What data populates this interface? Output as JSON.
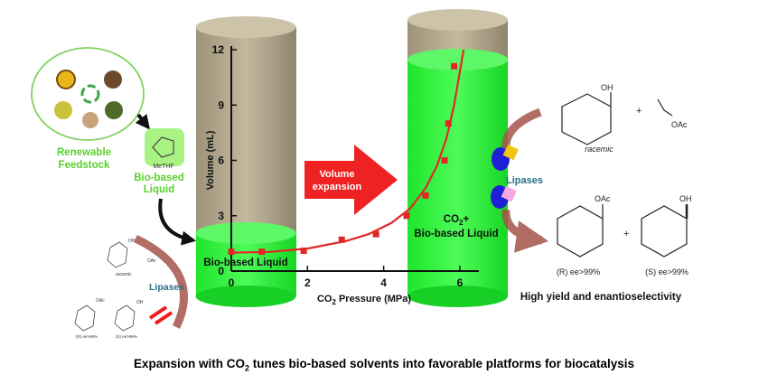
{
  "colors": {
    "green_text": "#5ad12a",
    "teal_text": "#2a6f86",
    "cylinder_green": "#2cf53a",
    "cylinder_tan": "#b3a88f",
    "curve_red": "#e32626",
    "arrow_red": "#ee2222"
  },
  "feedstock": {
    "label_line1": "Renewable",
    "label_line2": "Feedstock"
  },
  "methf": {
    "molecule_label": "MeTHF",
    "label_line1": "Bio-based",
    "label_line2": "Liquid"
  },
  "left_inset": {
    "oh": "OH",
    "oac_small": "OAc",
    "racemic": "racemic",
    "lipases": "Lipases",
    "product_oac": "OAc",
    "product_oh": "OH",
    "ee_r": "(R) ee>99%",
    "ee_s": "(S) ee>99%"
  },
  "left_cylinder": {
    "label": "Bio-based Liquid"
  },
  "arrow": {
    "line1": "Volume",
    "line2": "expansion"
  },
  "right_cylinder": {
    "line1_main": "CO",
    "line1_sub": "2",
    "line1_tail": "+",
    "line2": "Bio-based Liquid"
  },
  "right_panel": {
    "oh": "OH",
    "oac": "OAc",
    "racemic": "racemic",
    "plus": "+",
    "lipases": "Lipases",
    "product_oac": "OAc",
    "product_oh": "OH",
    "ee_r": "(R) ee>99%",
    "ee_s": "(S) ee>99%",
    "result": "High yield and enantioselectivity"
  },
  "caption": {
    "before": "Expansion with CO",
    "sub": "2",
    "after": " tunes bio-based solvents into favorable platforms for biocatalysis"
  },
  "chart_data": {
    "type": "scatter",
    "xlabel_main": "CO",
    "xlabel_sub": "2",
    "xlabel_tail": " Pressure (MPa)",
    "ylabel": "Volume (mL)",
    "xlim": [
      0,
      6.5
    ],
    "ylim": [
      0,
      12
    ],
    "x_ticks": [
      0,
      2,
      4,
      6
    ],
    "y_ticks": [
      0,
      3,
      6,
      9,
      12
    ],
    "grid": false,
    "series": [
      {
        "points": [
          [
            0.0,
            1.05
          ],
          [
            0.8,
            1.05
          ],
          [
            1.9,
            1.1
          ],
          [
            2.9,
            1.7
          ],
          [
            3.8,
            2.0
          ],
          [
            4.6,
            3.0
          ],
          [
            5.1,
            4.1
          ],
          [
            5.6,
            6.0
          ],
          [
            5.7,
            8.0
          ],
          [
            5.85,
            11.1
          ]
        ],
        "fit": [
          [
            0.0,
            1.0
          ],
          [
            1.0,
            1.04
          ],
          [
            2.0,
            1.22
          ],
          [
            3.0,
            1.62
          ],
          [
            3.6,
            2.0
          ],
          [
            4.2,
            2.6
          ],
          [
            4.7,
            3.4
          ],
          [
            5.1,
            4.5
          ],
          [
            5.4,
            5.7
          ],
          [
            5.65,
            7.2
          ],
          [
            5.85,
            9.0
          ],
          [
            6.0,
            10.8
          ],
          [
            6.1,
            12.0
          ]
        ]
      }
    ]
  }
}
